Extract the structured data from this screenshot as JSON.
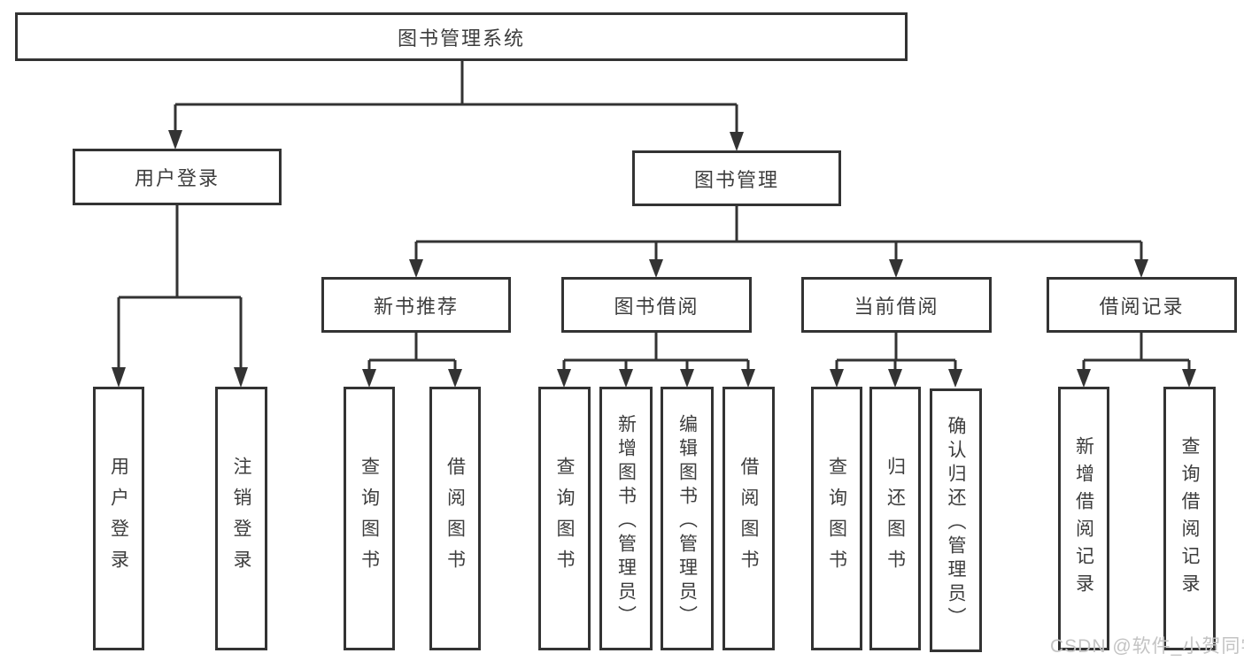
{
  "tree": {
    "root": "图书管理系统",
    "user": {
      "label": "用户登录",
      "children": {
        "login": "用户登录",
        "logout": "注销登录"
      }
    },
    "book": {
      "label": "图书管理",
      "sections": {
        "recommend": {
          "label": "新书推荐",
          "children": {
            "query": "查询图书",
            "borrow": "借阅图书"
          }
        },
        "borrowing": {
          "label": "图书借阅",
          "children": {
            "query": "查询图书",
            "add": "新增图书（管理员）",
            "edit": "编辑图书（管理员）",
            "borrow": "借阅图书"
          }
        },
        "current": {
          "label": "当前借阅",
          "children": {
            "query": "查询图书",
            "return": "归还图书",
            "confirm": "确认归还（管理员）"
          }
        },
        "records": {
          "label": "借阅记录",
          "children": {
            "add": "新增借阅记录",
            "query": "查询借阅记录"
          }
        }
      }
    }
  },
  "watermark": {
    "text": "CSDN @软件_小贺同学"
  },
  "colors": {
    "line": "#333333",
    "text": "#3d3d3d",
    "watermark": "#c3c3c3",
    "box_background": "#ffffff"
  }
}
